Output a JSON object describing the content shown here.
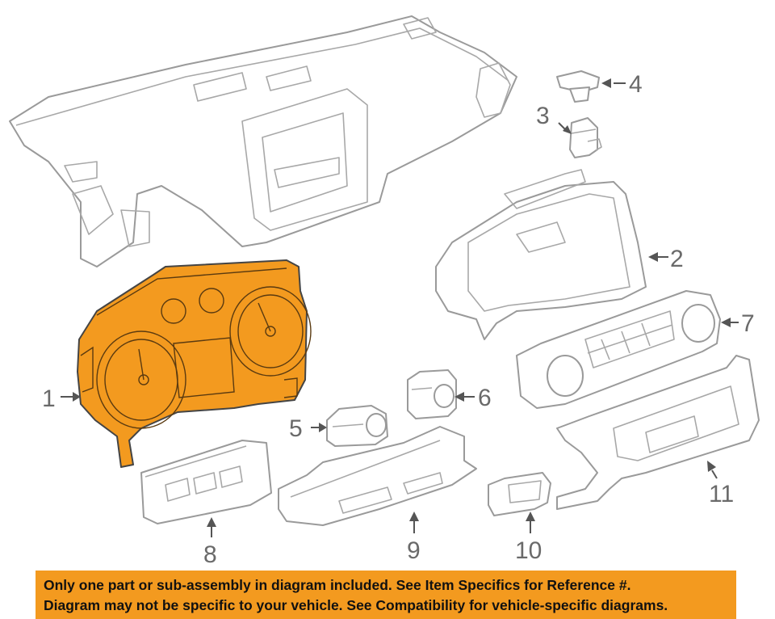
{
  "diagram": {
    "callouts": [
      "1",
      "2",
      "3",
      "4",
      "5",
      "6",
      "7",
      "8",
      "9",
      "10",
      "11"
    ],
    "highlight_color": "#f39a1f",
    "highlighted_part": "1"
  },
  "notice": {
    "line1": "Only one part or sub-assembly in diagram included. See Item Specifics for Reference #.",
    "line2": "Diagram may not be specific to your vehicle. See Compatibility for vehicle-specific diagrams.",
    "background": "#f39a1f"
  }
}
